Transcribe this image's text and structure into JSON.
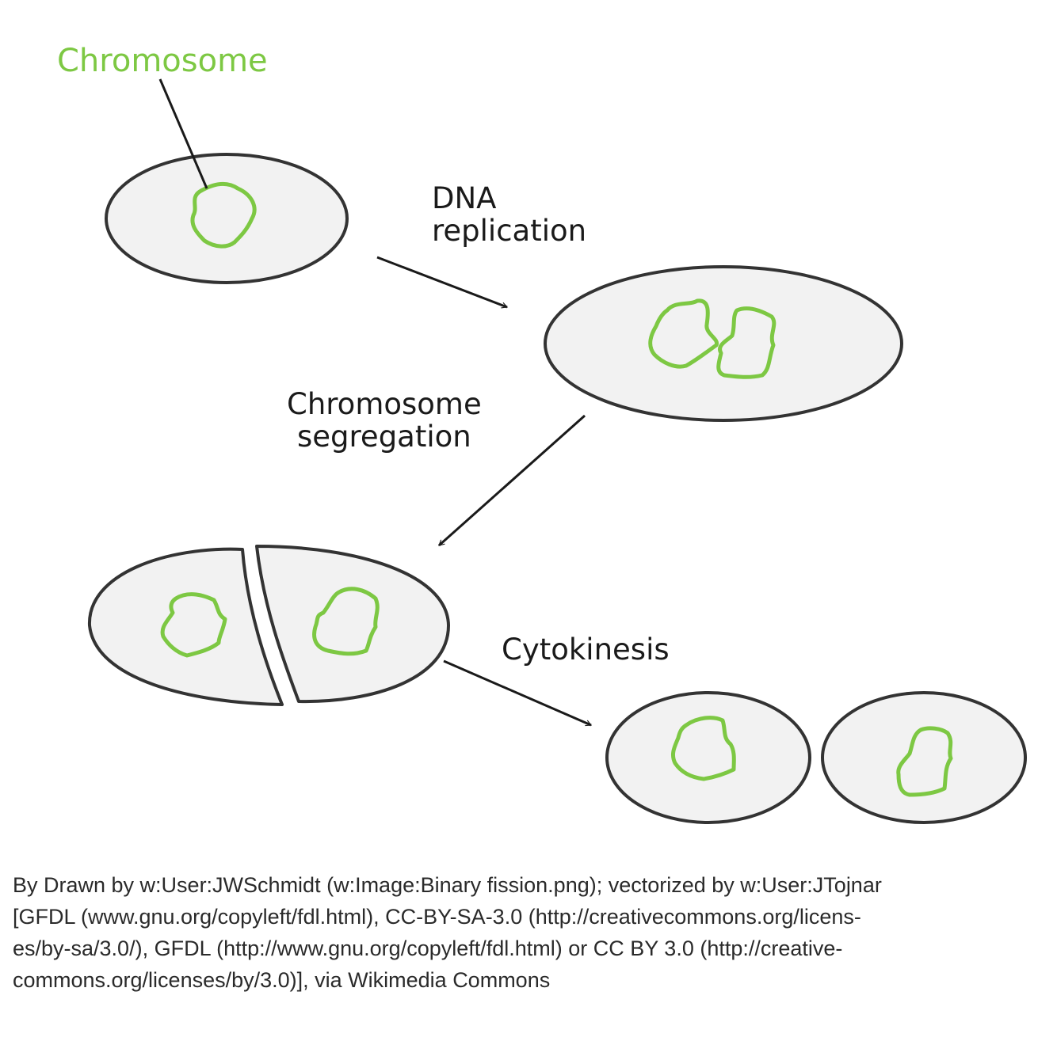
{
  "labels": {
    "chromosome": "Chromosome",
    "dna_replication": [
      "DNA",
      "replication"
    ],
    "chromosome_segregation": [
      "Chromosome",
      "segregation"
    ],
    "cytokinesis": "Cytokinesis"
  },
  "credit_lines": [
    "By Drawn by w:User:JWSchmidt (w:Image:Binary fission.png); vectorized by w:User:JTojnar",
    "[GFDL (www.gnu.org/copyleft/fdl.html), CC-BY-SA-3.0 (http://creativecommons.org/licens-",
    "es/by-sa/3.0/), GFDL (http://www.gnu.org/copyleft/fdl.html) or CC BY 3.0 (http://creative-",
    "commons.org/licenses/by/3.0)], via Wikimedia Commons"
  ],
  "colors": {
    "chromosome": "#7dc843",
    "cell_fill": "#f2f2f2",
    "cell_outline": "#333333",
    "text": "#1a1a1a"
  }
}
